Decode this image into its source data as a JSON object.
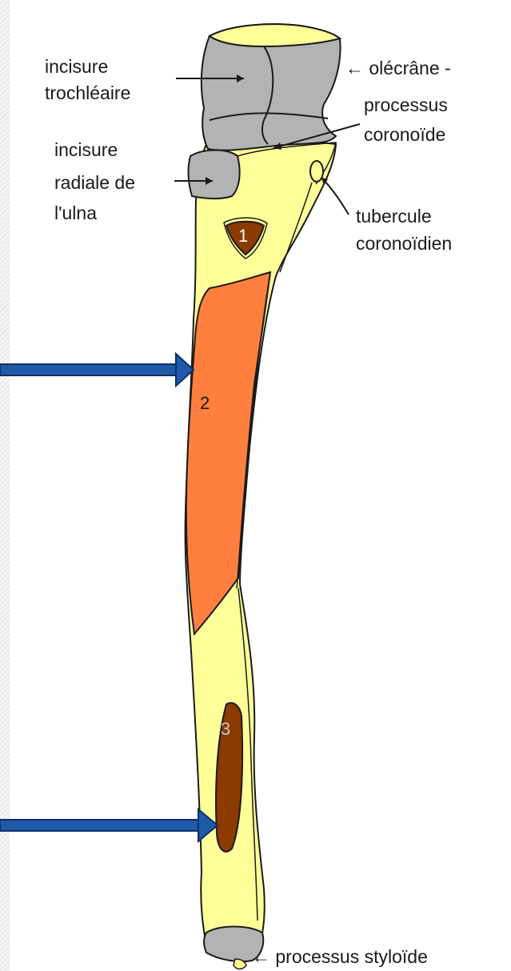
{
  "labels": {
    "incisure_trochleaire": [
      "incisure",
      "trochléaire"
    ],
    "incisure_radiale": [
      "incisure",
      "radiale de",
      "l'ulna"
    ],
    "olecrane": "← olécrâne -",
    "processus_coronoide": [
      "processus",
      "coronoïde"
    ],
    "tubercule_coronoidien": [
      "tubercule",
      "coronoïdien"
    ],
    "processus_styloide": "← processus styloïde"
  },
  "numbers": {
    "n1": "1",
    "n2": "2",
    "n3": "3"
  },
  "colors": {
    "bone_yellow": "#ffff99",
    "cartilage_grey": "#b3b3b3",
    "muscle_orange": "#ff7f3f",
    "foramen_brown": "#8b3a00",
    "arrow_blue": "#1f5aa8",
    "outline": "#1a1a1a"
  },
  "icons": {
    "left_arrow_1": "blue-arrow-right-icon",
    "left_arrow_2": "blue-arrow-right-icon"
  }
}
